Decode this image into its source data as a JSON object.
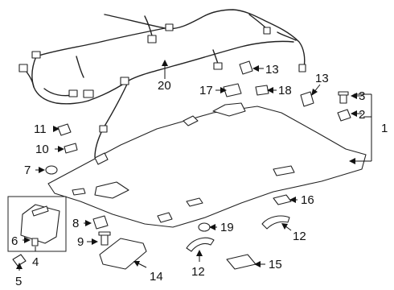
{
  "diagram": {
    "callouts": [
      {
        "id": "c1",
        "text": "1"
      },
      {
        "id": "c2",
        "text": "2"
      },
      {
        "id": "c3",
        "text": "3"
      },
      {
        "id": "c4",
        "text": "4"
      },
      {
        "id": "c5",
        "text": "5"
      },
      {
        "id": "c6",
        "text": "6"
      },
      {
        "id": "c7",
        "text": "7"
      },
      {
        "id": "c8",
        "text": "8"
      },
      {
        "id": "c9",
        "text": "9"
      },
      {
        "id": "c10",
        "text": "10"
      },
      {
        "id": "c11",
        "text": "11"
      },
      {
        "id": "c12a",
        "text": "12"
      },
      {
        "id": "c12b",
        "text": "12"
      },
      {
        "id": "c13a",
        "text": "13"
      },
      {
        "id": "c13b",
        "text": "13"
      },
      {
        "id": "c14",
        "text": "14"
      },
      {
        "id": "c15",
        "text": "15"
      },
      {
        "id": "c16",
        "text": "16"
      },
      {
        "id": "c17",
        "text": "17"
      },
      {
        "id": "c18",
        "text": "18"
      },
      {
        "id": "c19",
        "text": "19"
      },
      {
        "id": "c20",
        "text": "20"
      }
    ]
  }
}
